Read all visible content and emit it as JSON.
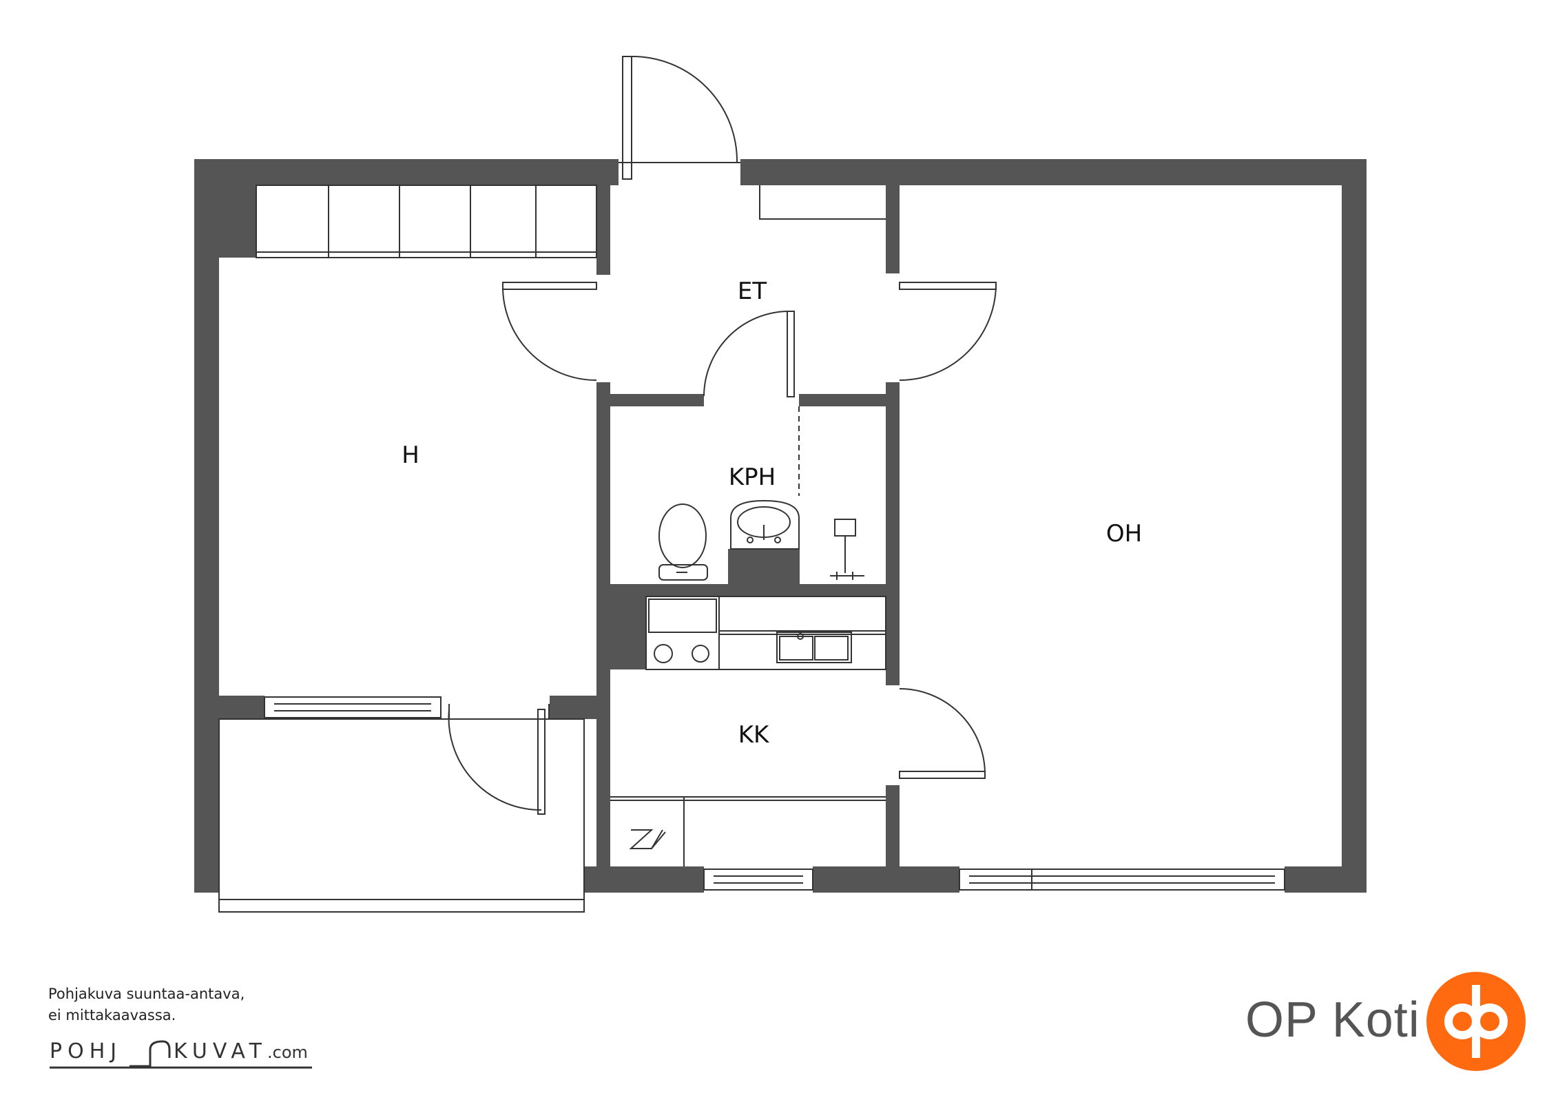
{
  "rooms": {
    "et": "ET",
    "kph": "KPH",
    "h": "H",
    "oh": "OH",
    "kk": "KK"
  },
  "disclaimer": {
    "line1": "Pohjakuva suuntaa-antava,",
    "line2": "ei mittakaavassa."
  },
  "pohjakuvat_logo": {
    "part1": "POHJ",
    "part2": "KUVAT",
    "part3": ".com"
  },
  "brand": {
    "name": "OP Koti",
    "logo_icon": "op-logo-icon",
    "accent": "#ff6a10",
    "wall_color": "#555555"
  }
}
